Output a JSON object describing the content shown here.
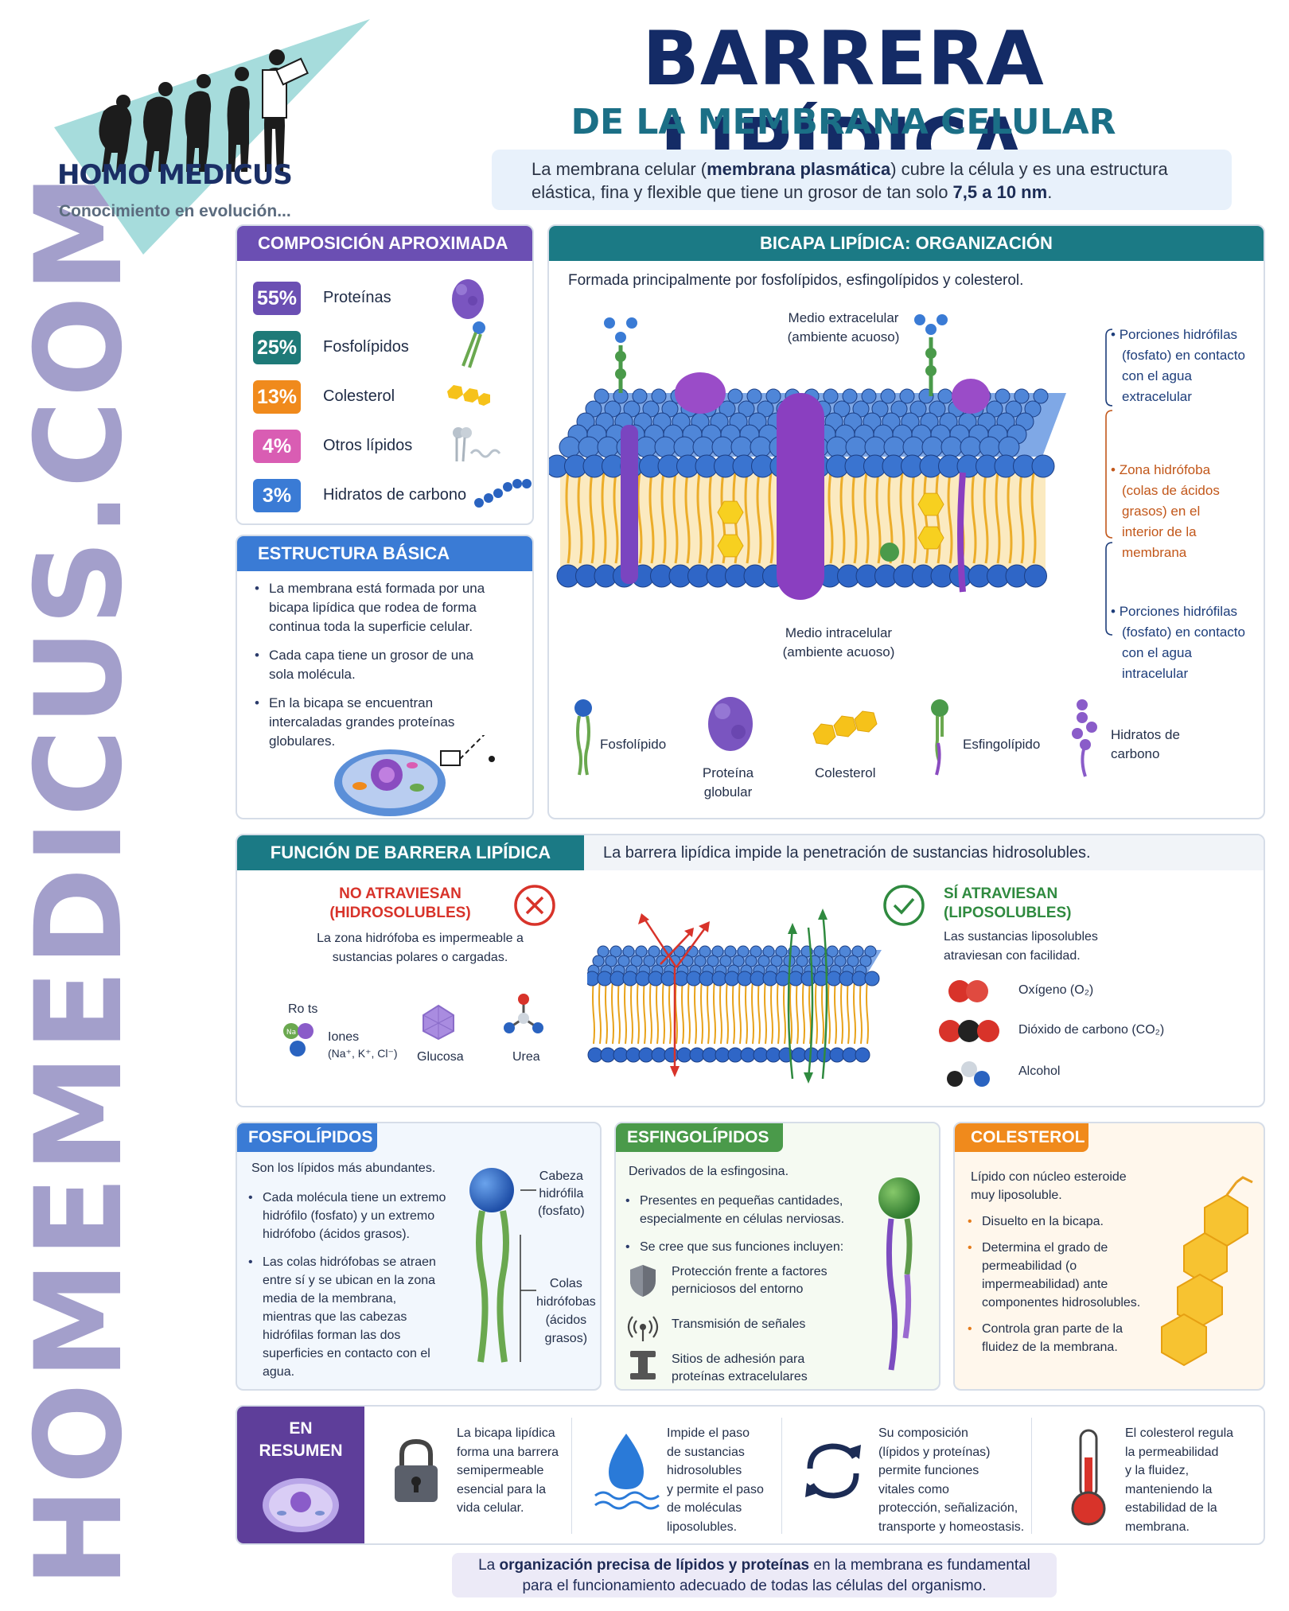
{
  "logo": {
    "name": "HOMO MEDICUS",
    "tagline": "Conocimiento en evolución..."
  },
  "watermark": "HOMEMEDICUS.COM",
  "header": {
    "title": "BARRERA LIPÍDICA",
    "subtitle": "DE LA MEMBRANA CELULAR",
    "intro_1": "La membrana celular (",
    "intro_bold_1": "membrana plasmática",
    "intro_2": ") cubre la célula y es una estructura",
    "intro_3": "elástica, fina y flexible que tiene un grosor de tan solo ",
    "intro_bold_2": "7,5 a 10 nm",
    "intro_4": "."
  },
  "composition": {
    "title": "COMPOSICIÓN APROXIMADA",
    "items": [
      {
        "pct": "55%",
        "label": "Proteínas",
        "percent": 55,
        "color": "#6b4fb3"
      },
      {
        "pct": "25%",
        "label": "Fosfolípidos",
        "percent": 25,
        "color": "#1e7a78"
      },
      {
        "pct": "13%",
        "label": "Colesterol",
        "percent": 13,
        "color": "#f08a1c"
      },
      {
        "pct": "4%",
        "label": "Otros lípidos",
        "percent": 4,
        "color": "#d95db3"
      },
      {
        "pct": "3%",
        "label": "Hidratos de carbono",
        "percent": 3,
        "color": "#3a7bd5"
      }
    ]
  },
  "basic_structure": {
    "title": "ESTRUCTURA BÁSICA",
    "bullets": [
      "La membrana está formada por una bicapa lipídica que rodea de forma continua toda la superficie celular.",
      "Cada capa tiene un grosor de una sola molécula.",
      "En la bicapa se encuentran intercaladas grandes proteínas globulares."
    ]
  },
  "bilayer": {
    "title": "BICAPA LIPÍDICA: ORGANIZACIÓN",
    "description": "Formada principalmente por fosfolípidos, esfingolípidos y colesterol.",
    "extracellular_1": "Medio extracelular",
    "extracellular_2": "(ambiente acuoso)",
    "intracellular_1": "Medio intracelular",
    "intracellular_2": "(ambiente acuoso)",
    "note_top": "Porciones hidrófilas (fosfato) en contacto con el agua extracelular",
    "note_middle": "Zona hidrófoba (colas de ácidos grasos) en el interior de la membrana",
    "note_bottom": "Porciones hidrófilas (fosfato) en contacto con el agua intracelular",
    "legend": {
      "phospholipid": "Fosfolípido",
      "protein_1": "Proteína",
      "protein_2": "globular",
      "cholesterol": "Colesterol",
      "sphingolipid": "Esfingolípido",
      "carb_1": "Hidratos de",
      "carb_2": "carbono"
    }
  },
  "barrier_function": {
    "title": "FUNCIÓN DE BARRERA LIPÍDICA",
    "description": "La barrera lipídica impide la penetración de sustancias hidrosolubles.",
    "no_title_1": "NO ATRAVIESAN",
    "no_title_2": "(HIDROSOLUBLES)",
    "no_desc_1": "La zona hidrófoba es impermeable a",
    "no_desc_2": "sustancias polares o cargadas.",
    "examples_label": "Ro  ts",
    "ions_1": "Iones",
    "ions_2": "(Na⁺, K⁺, Cl⁻)",
    "glucose": "Glucosa",
    "urea": "Urea",
    "yes_title_1": "SÍ ATRAVIESAN",
    "yes_title_2": "(LIPOSOLUBLES)",
    "yes_desc_1": "Las sustancias liposolubles",
    "yes_desc_2": "atraviesan con facilidad.",
    "oxygen": "Oxígeno (O₂)",
    "co2": "Dióxido de carbono (CO₂)",
    "alcohol": "Alcohol"
  },
  "phospholipids": {
    "title": "FOSFOLÍPIDOS",
    "intro": "Son los lípidos más abundantes.",
    "bullets": [
      "Cada molécula tiene un extremo hidrófilo (fosfato) y un extremo hidrófobo (ácidos grasos).",
      "Las colas hidrófobas se atraen entre sí y se ubican en la zona media de la membrana, mientras que las cabezas hidrófilas forman las dos superficies en contacto con el agua."
    ],
    "head_1": "Cabeza",
    "head_2": "hidrófila",
    "head_3": "(fosfato)",
    "tails_1": "Colas",
    "tails_2": "hidrófobas",
    "tails_3": "(ácidos",
    "tails_4": "grasos)"
  },
  "sphingolipids": {
    "title": "ESFINGOLÍPIDOS",
    "intro": "Derivados de la esfingosina.",
    "bullet_1": "Presentes en pequeñas cantidades, especialmente en células nerviosas.",
    "bullet_2": "Se cree que sus funciones incluyen:",
    "functions": [
      {
        "label": "Protección frente a factores perniciosos del entorno",
        "icon": "shield-icon"
      },
      {
        "label": "Transmisión de señales",
        "icon": "signal-icon"
      },
      {
        "label": "Sitios de adhesión para proteínas extracelulares",
        "icon": "adhesion-icon"
      }
    ]
  },
  "cholesterol": {
    "title": "COLESTEROL",
    "intro": "Lípido con núcleo esteroide muy liposoluble.",
    "bullets": [
      "Disuelto en la bicapa.",
      "Determina el grado de permeabilidad (o impermeabilidad) ante componentes hidrosolubles.",
      "Controla gran parte de la fluidez de la membrana."
    ]
  },
  "summary": {
    "title_1": "EN",
    "title_2": "RESUMEN",
    "items": [
      {
        "icon": "padlock-icon",
        "lines": [
          "La bicapa lipídica",
          "forma una barrera",
          "semipermeable",
          "esencial para la",
          "vida celular."
        ]
      },
      {
        "icon": "water-drop-icon",
        "lines": [
          "Impide el paso",
          "de sustancias",
          "hidrosolubles",
          "y permite el paso",
          "de moléculas",
          "liposolubles."
        ]
      },
      {
        "icon": "cycle-arrows-icon",
        "lines": [
          "Su composición",
          "(lípidos y proteínas)",
          "permite funciones",
          "vitales como",
          "protección, señalización,",
          "transporte y homeostasis."
        ]
      },
      {
        "icon": "thermometer-icon",
        "lines": [
          "El colesterol regula",
          "la permeabilidad",
          "y la fluidez,",
          "manteniendo la",
          "estabilidad de la",
          "membrana."
        ]
      }
    ]
  },
  "footer": {
    "line_1a": "La ",
    "line_1b": "organización precisa de lípidos y proteínas",
    "line_1c": " en la membrana es fundamental",
    "line_2": "para el funcionamiento adecuado de todas las células del organismo."
  },
  "colors": {
    "navy": "#142b66",
    "teal": "#1b6f86",
    "purple": "#6b4fb3",
    "blue": "#3a7bd5",
    "green": "#4a9a4a",
    "orange": "#f08a1c",
    "red": "#d8332a"
  }
}
